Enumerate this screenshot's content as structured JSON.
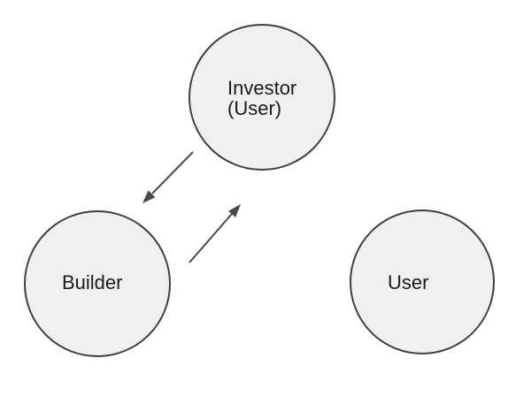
{
  "diagram": {
    "background": "#ffffff",
    "colors": {
      "node_fill": "#f0f0f0",
      "node_stroke": "#3f3f3f",
      "arrow": "#4a4a4a",
      "label": "#1a1a1a"
    },
    "nodes": [
      {
        "id": "investor",
        "label_lines": [
          "Investor",
          "(User)"
        ]
      },
      {
        "id": "builder",
        "label_lines": [
          "Builder"
        ]
      },
      {
        "id": "user",
        "label_lines": [
          "User"
        ]
      }
    ],
    "edges": [
      {
        "id": "investor-to-builder",
        "from": "investor",
        "to": "builder",
        "direction": "down-left"
      },
      {
        "id": "builder-to-investor",
        "from": "builder",
        "to": "investor",
        "direction": "up-right"
      }
    ]
  }
}
